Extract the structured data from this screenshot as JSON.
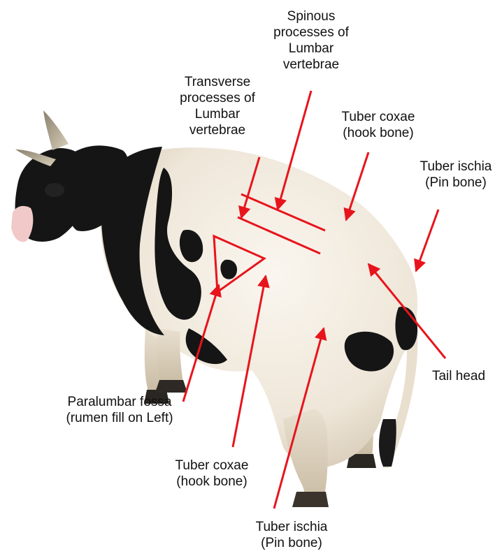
{
  "labels": {
    "spinous": [
      "Spinous",
      "processes of",
      "Lumbar",
      "vertebrae"
    ],
    "transverse": [
      "Transverse",
      "processes of",
      "Lumbar",
      "vertebrae"
    ],
    "tuber_coxae_top": [
      "Tuber coxae",
      "(hook bone)"
    ],
    "tuber_ischia_top": [
      "Tuber ischia",
      "(Pin bone)"
    ],
    "tail_head": [
      "Tail head"
    ],
    "paralumbar_fossa": [
      "Paralumbar fossa",
      "(rumen fill on Left)"
    ],
    "tuber_coxae_bottom": [
      "Tuber coxae",
      "(hook bone)"
    ],
    "tuber_ischia_bottom": [
      "Tuber ischia",
      "(Pin bone)"
    ]
  },
  "colors": {
    "annotation": "#e8141c",
    "hide_white": "#f4efe6",
    "hide_black": "#151515",
    "horn": "#c9bda5"
  }
}
